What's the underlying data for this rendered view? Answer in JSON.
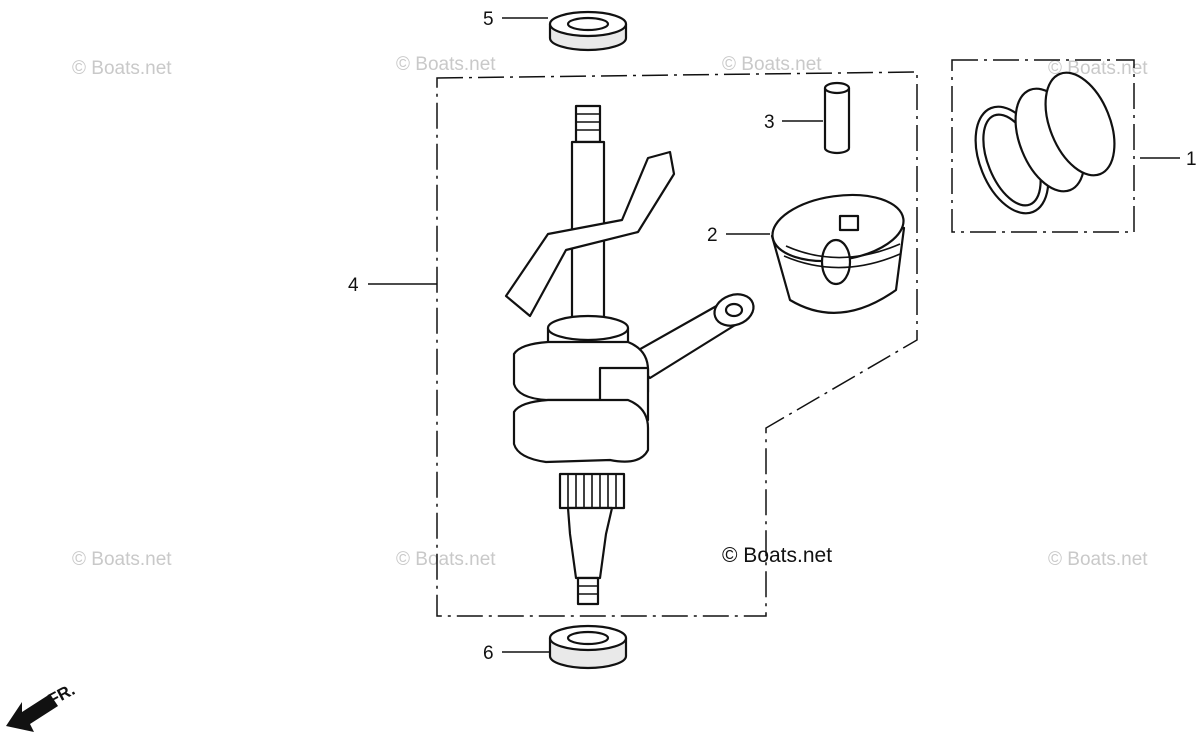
{
  "watermark": "© Boats.net",
  "watermark_main": "© Boats.net",
  "direction_label": "FR.",
  "callouts": [
    {
      "id": "1"
    },
    {
      "id": "2"
    },
    {
      "id": "3"
    },
    {
      "id": "4"
    },
    {
      "id": "5"
    },
    {
      "id": "6"
    }
  ],
  "parts": [
    {
      "callout": "1",
      "icon": "piston-rings-icon"
    },
    {
      "callout": "2",
      "icon": "piston-icon"
    },
    {
      "callout": "3",
      "icon": "piston-pin-icon"
    },
    {
      "callout": "4",
      "icon": "crankshaft-assembly-icon"
    },
    {
      "callout": "5",
      "icon": "oil-seal-icon"
    },
    {
      "callout": "6",
      "icon": "oil-seal-icon"
    }
  ]
}
